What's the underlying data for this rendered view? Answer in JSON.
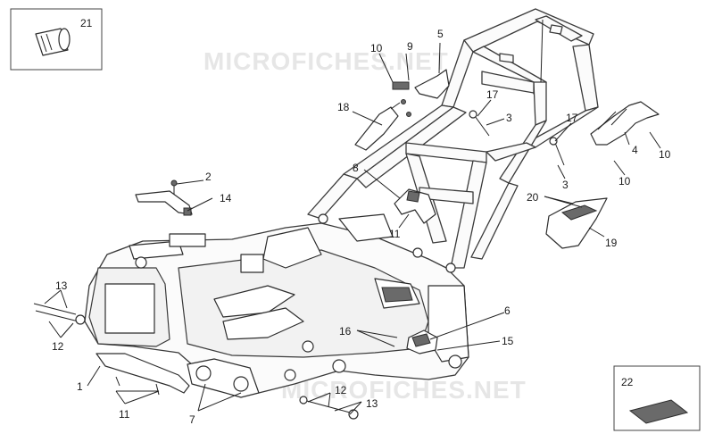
{
  "watermarks": [
    "MICROFICHES.NET",
    "MICROFICHES.NET"
  ],
  "callouts": {
    "c1": "1",
    "c2": "2",
    "c3a": "3",
    "c3b": "3",
    "c4": "4",
    "c5": "5",
    "c6": "6",
    "c7": "7",
    "c8": "8",
    "c9": "9",
    "c10a": "10",
    "c10b": "10",
    "c10c": "10",
    "c11a": "11",
    "c11b": "11",
    "c12a": "12",
    "c12b": "12",
    "c13a": "13",
    "c13b": "13",
    "c14": "14",
    "c15": "15",
    "c16": "16",
    "c17a": "17",
    "c17b": "17",
    "c18": "18",
    "c19": "19",
    "c20": "20",
    "c21": "21",
    "c22": "22"
  },
  "colors": {
    "line": "#2d2d2d",
    "watermark": "#e6e6e6",
    "part_fill": "#ffffff",
    "shade": "#6a6a6a"
  }
}
